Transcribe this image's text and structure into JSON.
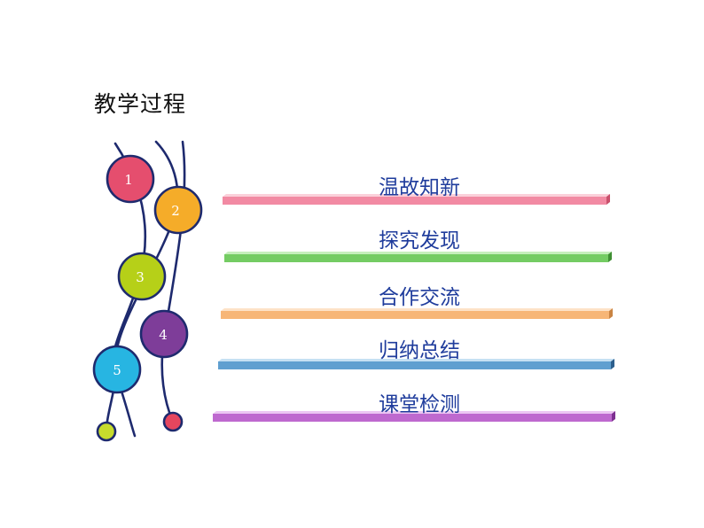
{
  "title": "教学过程",
  "steps": [
    {
      "number": "1",
      "label": "温故知新",
      "circle_color": "#e54e6e",
      "bar_color": "#f28aa3"
    },
    {
      "number": "2",
      "label": "探究发现",
      "circle_color": "#f5ac29",
      "bar_color": "#74cc63"
    },
    {
      "number": "3",
      "label": "合作交流",
      "circle_color": "#b6d018",
      "bar_color": "#f7b677"
    },
    {
      "number": "4",
      "label": "归纳总结",
      "circle_color": "#7e3d99",
      "bar_color": "#5f9fd0"
    },
    {
      "number": "5",
      "label": "课堂检测",
      "circle_color": "#27b5e2",
      "bar_color": "#be69cf"
    }
  ],
  "line_color": "#1e2a6e",
  "end_dots": [
    {
      "color": "#c7dc2c"
    },
    {
      "color": "#e5465e"
    }
  ]
}
